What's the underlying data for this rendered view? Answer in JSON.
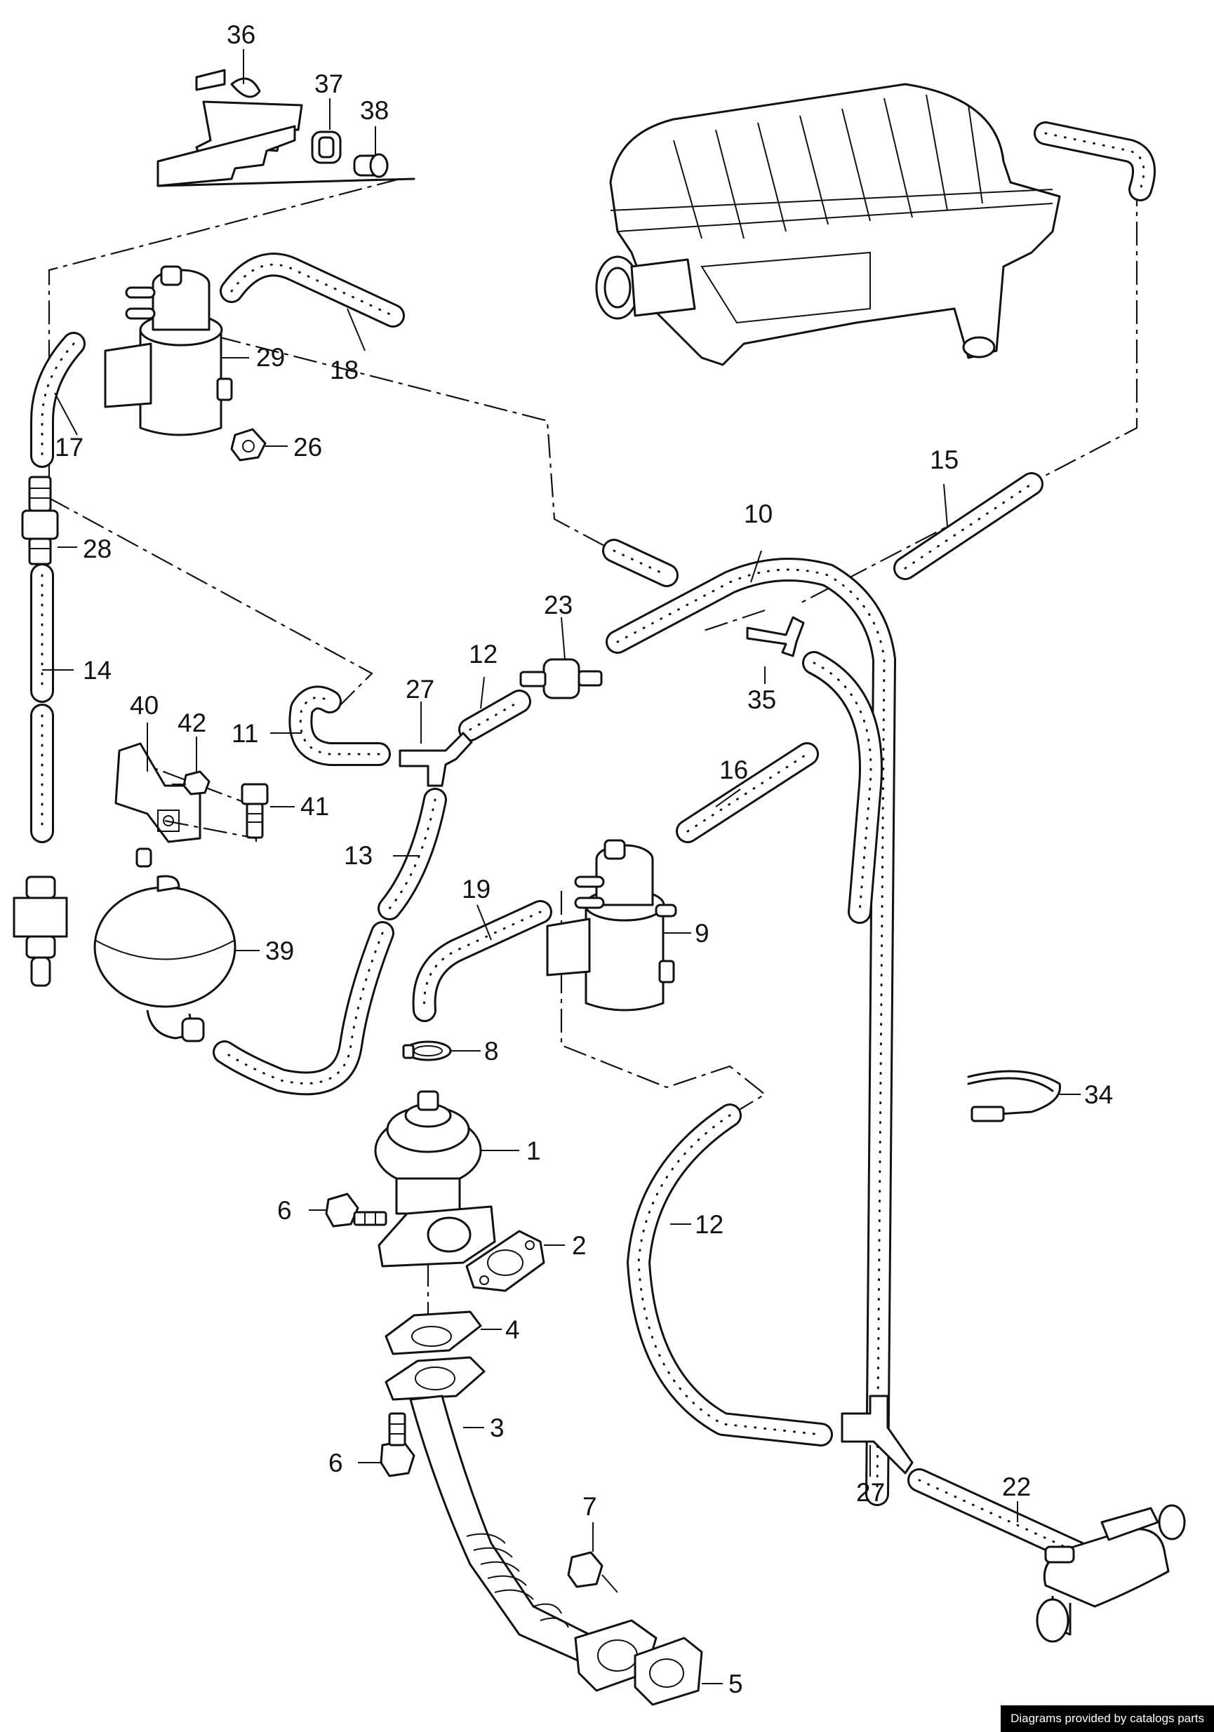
{
  "callouts": [
    {
      "id": "1",
      "text": "1"
    },
    {
      "id": "2",
      "text": "2"
    },
    {
      "id": "3",
      "text": "3"
    },
    {
      "id": "4",
      "text": "4"
    },
    {
      "id": "5",
      "text": "5"
    },
    {
      "id": "6a",
      "text": "6"
    },
    {
      "id": "6b",
      "text": "6"
    },
    {
      "id": "7",
      "text": "7"
    },
    {
      "id": "8",
      "text": "8"
    },
    {
      "id": "9",
      "text": "9"
    },
    {
      "id": "10",
      "text": "10"
    },
    {
      "id": "11",
      "text": "11"
    },
    {
      "id": "12a",
      "text": "12"
    },
    {
      "id": "12b",
      "text": "12"
    },
    {
      "id": "13",
      "text": "13"
    },
    {
      "id": "14",
      "text": "14"
    },
    {
      "id": "15",
      "text": "15"
    },
    {
      "id": "16",
      "text": "16"
    },
    {
      "id": "17",
      "text": "17"
    },
    {
      "id": "18",
      "text": "18"
    },
    {
      "id": "19",
      "text": "19"
    },
    {
      "id": "22",
      "text": "22"
    },
    {
      "id": "23",
      "text": "23"
    },
    {
      "id": "26",
      "text": "26"
    },
    {
      "id": "27a",
      "text": "27"
    },
    {
      "id": "27b",
      "text": "27"
    },
    {
      "id": "28",
      "text": "28"
    },
    {
      "id": "29",
      "text": "29"
    },
    {
      "id": "34",
      "text": "34"
    },
    {
      "id": "35",
      "text": "35"
    },
    {
      "id": "36",
      "text": "36"
    },
    {
      "id": "37",
      "text": "37"
    },
    {
      "id": "38",
      "text": "38"
    },
    {
      "id": "39",
      "text": "39"
    },
    {
      "id": "40",
      "text": "40"
    },
    {
      "id": "41",
      "text": "41"
    },
    {
      "id": "42",
      "text": "42"
    }
  ],
  "credit": "Diagrams provided by catalogs parts"
}
